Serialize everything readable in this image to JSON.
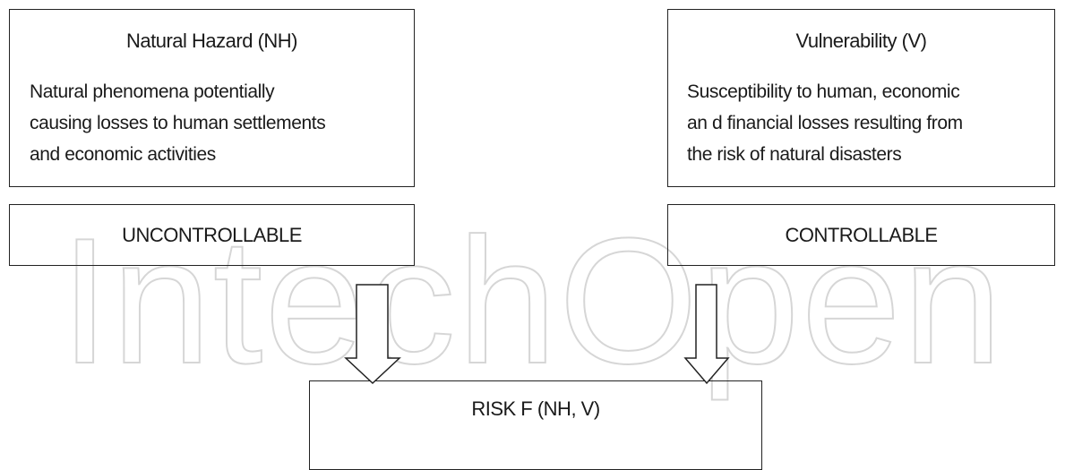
{
  "watermark": {
    "text": "IntechOpen",
    "color": "#dcdcdc"
  },
  "hazard": {
    "title": "Natural Hazard (NH)",
    "description": "Natural phenomena potentially\ncausing losses to human settlements\nand economic activities",
    "control": "UNCONTROLLABLE"
  },
  "vulnerability": {
    "title": "Vulnerability (V)",
    "description": "Susceptibility to human, economic\nan d financial losses resulting from\nthe risk of natural disasters",
    "control": "CONTROLLABLE"
  },
  "risk": {
    "title": "RISK F (NH, V)"
  },
  "colors": {
    "line": "#222222",
    "text": "#1a1a1a"
  }
}
